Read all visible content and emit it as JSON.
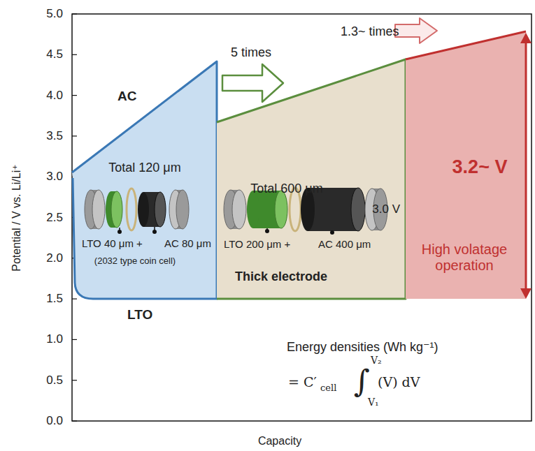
{
  "diagram": {
    "nodes": [
      {
        "text": [
          "Total 120 μm",
          "LTO 40 μm +",
          "AC 80 μm",
          "(2032 type coin cell)"
        ]
      },
      {
        "text": [
          "Total 600 μm",
          "LTO 200 μm +",
          "AC 400 μm",
          "Thick electrode"
        ]
      },
      {
        "text": [
          "3.2~ V",
          "High volatage operation"
        ]
      }
    ],
    "labels": [
      "5.0",
      "4.5",
      "4.0",
      "3.5",
      "3.0",
      "2.5",
      "2.0",
      "1.5",
      "1.0",
      "0.5",
      "0.0",
      "Potential / V vs. Li/Li⁺",
      "Capacity",
      "AC",
      "LTO",
      "5 times",
      "1.3~ times",
      "3.0 V",
      "Energy densities (Wh kg⁻¹)",
      "= C′",
      "cell",
      "∫",
      "V₂",
      "V₁",
      "(V) dV"
    ]
  }
}
